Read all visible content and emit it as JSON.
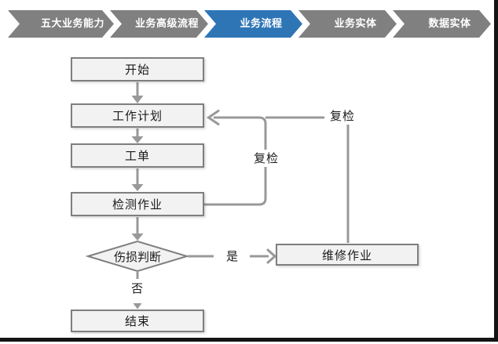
{
  "nav": {
    "active_color": "#2E75B6",
    "inactive_color": "#808080",
    "tabs": [
      {
        "label": "五大业务能力",
        "active": false
      },
      {
        "label": "业务高级流程",
        "active": false
      },
      {
        "label": "业务流程",
        "active": true
      },
      {
        "label": "业务实体",
        "active": false
      },
      {
        "label": "数据实体",
        "active": false
      }
    ]
  },
  "flowchart": {
    "nodes": {
      "start": {
        "label": "开始",
        "type": "process"
      },
      "work_plan": {
        "label": "工作计划",
        "type": "process"
      },
      "work_order": {
        "label": "工单",
        "type": "process"
      },
      "inspection": {
        "label": "检测作业",
        "type": "process"
      },
      "decision": {
        "label": "伤损判断",
        "type": "decision"
      },
      "repair": {
        "label": "维修作业",
        "type": "process"
      },
      "end": {
        "label": "结束",
        "type": "process"
      }
    },
    "edge_labels": {
      "recheck_from_repair": "复检",
      "recheck_from_inspection": "复检",
      "yes": "是",
      "no": "否"
    },
    "colors": {
      "node_fill": "#F2F2F2",
      "node_border": "#7F7F7F",
      "connector": "#999999",
      "text": "#1A1A1A"
    }
  }
}
